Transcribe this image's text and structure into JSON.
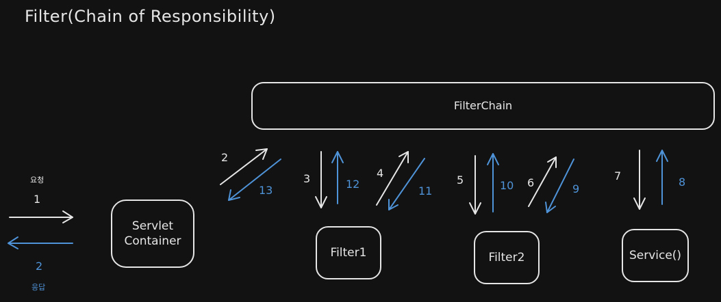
{
  "title": "Filter(Chain of Responsibility)",
  "boxes": {
    "filterchain": "FilterChain",
    "servlet_line1": "Servlet",
    "servlet_line2": "Container",
    "filter1": "Filter1",
    "filter2": "Filter2",
    "service": "Service()"
  },
  "labels": {
    "request_text": "요청",
    "request_num": "1",
    "response_num": "2",
    "response_text": "응답",
    "step2": "2",
    "step13": "13",
    "step3": "3",
    "step12": "12",
    "step4": "4",
    "step11": "11",
    "step5": "5",
    "step10": "10",
    "step6": "6",
    "step9": "9",
    "step7": "7",
    "step8": "8"
  },
  "colors": {
    "background": "#121212",
    "foreground": "#e6e6e6",
    "response": "#4f93d8"
  }
}
